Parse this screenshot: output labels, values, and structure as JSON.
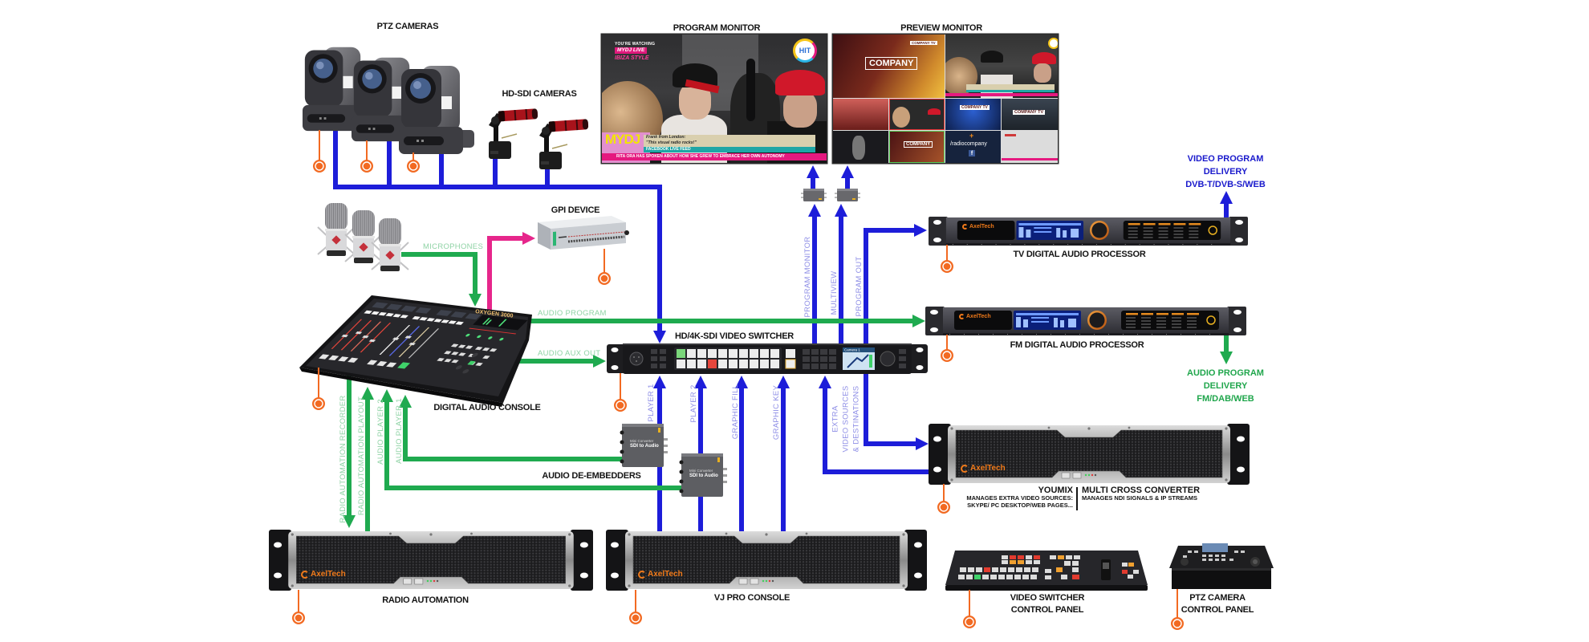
{
  "colors": {
    "video_signal": "#1d1dd9",
    "audio_signal": "#1faa4f",
    "gpi_signal": "#e6268b",
    "control_point": "#f26a22",
    "video_signal_label": "#8e8ee6",
    "audio_signal_label": "#8fd3a5",
    "video_delivery_text": "#1a1acc",
    "audio_delivery_text": "#20a64c",
    "brand": "#f07a1a"
  },
  "brand": {
    "name": "AxelTech"
  },
  "devices": {
    "ptz_cameras": {
      "label": "PTZ CAMERAS"
    },
    "hd_sdi_cameras": {
      "label": "HD-SDI CAMERAS"
    },
    "program_monitor": {
      "label": "PROGRAM MONITOR",
      "screen": {
        "watching": "YOU'RE WATCHING",
        "show_title": "MYDJ LIVE",
        "show_subtitle": "IBIZA STYLE",
        "channel_logo": "HIT",
        "station_logo": "MYDJ",
        "caller": "Frank from London:",
        "message": "\"This visual radio rocks!\"",
        "feed": "FACEBOOK LIVE FEED",
        "ticker": "RITA ORA HAS SPOKEN ABOUT HOW SHE GREW TO EMBRACE HER OWN AUTONOMY"
      }
    },
    "preview_monitor": {
      "label": "PREVIEW MONITOR",
      "screen": {
        "company": "COMPANY",
        "company_tv": "COMPANY TV",
        "social_handle": "/radiocompany",
        "social_icon": "f",
        "plus": "+"
      }
    },
    "gpi_device": {
      "label": "GPI DEVICE"
    },
    "digital_audio_console": {
      "label": "DIGITAL AUDIO CONSOLE",
      "model": "OXYGEN 3000"
    },
    "video_switcher": {
      "label": "HD/4K-SDI VIDEO SWITCHER",
      "screen": "Camera 1"
    },
    "audio_de_embedders": {
      "label": "AUDIO DE-EMBEDDERS",
      "unit_line1": "Mini Converter",
      "unit_line2": "SDI to Audio"
    },
    "tv_audio_processor": {
      "label": "TV DIGITAL AUDIO PROCESSOR"
    },
    "fm_audio_processor": {
      "label": "FM DIGITAL AUDIO PROCESSOR"
    },
    "youmix": {
      "name": "YOUMIX",
      "description": [
        "MANAGES EXTRA VIDEO SOURCES:",
        "SKYPE/ PC DESKTOP/WEB PAGES..."
      ]
    },
    "multi_cross_converter": {
      "name": "MULTI CROSS CONVERTER",
      "description": "MANAGES NDI SIGNALS & IP STREAMS"
    },
    "radio_automation": {
      "label": "RADIO AUTOMATION"
    },
    "vj_pro_console": {
      "label": "VJ PRO CONSOLE"
    },
    "video_switcher_panel": {
      "label": [
        "VIDEO SWITCHER",
        "CONTROL PANEL"
      ]
    },
    "ptz_camera_panel": {
      "label": [
        "PTZ CAMERA",
        "CONTROL PANEL"
      ]
    }
  },
  "signals": {
    "microphones": "MICROPHONES",
    "audio_program": "AUDIO PROGRAM",
    "audio_aux_out": "AUDIO AUX OUT",
    "radio_automation_recorder": "RADIO AUTOMATION RECORDER",
    "radio_automation_playout": "RADIO AUTOMATION PLAYOUT",
    "audio_player_2": "AUDIO PLAYER 2",
    "audio_player_1": "AUDIO PLAYER 1",
    "program_monitor": "PROGRAM MONITOR",
    "multiview": "MULTIVIEW",
    "program_out": "PROGRAM OUT",
    "player_1": "PLAYER 1",
    "player_2": "PLAYER 2",
    "graphic_fill": "GRAPHIC FILL",
    "graphic_key": "GRAPHIC KEY",
    "extra_video": [
      "EXTRA",
      "VIDEO SOURCES",
      "& DESTINATIONS"
    ]
  },
  "deliveries": {
    "video": [
      "VIDEO PROGRAM",
      "DELIVERY",
      "DVB-T/DVB-S/WEB"
    ],
    "audio": [
      "AUDIO PROGRAM",
      "DELIVERY",
      "FM/DAB/WEB"
    ]
  }
}
